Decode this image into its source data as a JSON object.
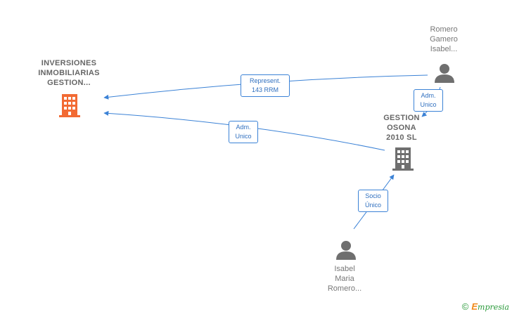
{
  "nodes": {
    "inversiones": {
      "lines": [
        "INVERSIONES",
        "INMOBILIARIAS",
        "GESTION..."
      ],
      "kind": "company",
      "color": "#f26a33"
    },
    "gestion_osona": {
      "lines": [
        "GESTION",
        "OSONA",
        "2010 SL"
      ],
      "kind": "company",
      "color": "#6f6f6f"
    },
    "romero_gamero": {
      "lines": [
        "Romero",
        "Gamero",
        "Isabel..."
      ],
      "kind": "person",
      "color": "#6f6f6f"
    },
    "isabel_maria": {
      "lines": [
        "Isabel",
        "Maria",
        "Romero..."
      ],
      "kind": "person",
      "color": "#6f6f6f"
    }
  },
  "edges": {
    "represent": {
      "lines": [
        "Represent.",
        "143 RRM"
      ]
    },
    "adm_unico_top": {
      "lines": [
        "Adm.",
        "Unico"
      ]
    },
    "adm_unico_mid": {
      "lines": [
        "Adm.",
        "Unico"
      ]
    },
    "socio_unico": {
      "lines": [
        "Socio",
        "Único"
      ]
    }
  },
  "edge_color": "#3b82d6",
  "brand": {
    "copyright": "©",
    "e": "E",
    "rest": "mpresia"
  }
}
